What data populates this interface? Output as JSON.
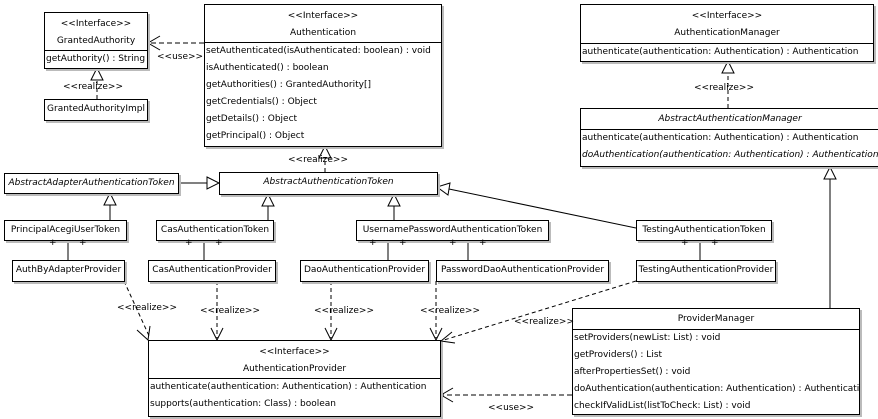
{
  "stereotype_interface": "<<Interface>>",
  "labels": {
    "use": "<<use>>",
    "realize": "<<realize>>",
    "plus": "+"
  },
  "granted_authority": {
    "name": "GrantedAuthority",
    "methods": [
      "getAuthority() : String"
    ]
  },
  "granted_authority_impl": {
    "name": "GrantedAuthorityImpl"
  },
  "authentication": {
    "name": "Authentication",
    "methods": [
      "setAuthenticated(isAuthenticated: boolean) : void",
      "isAuthenticated() : boolean",
      "getAuthorities() : GrantedAuthority[]",
      "getCredentials() : Object",
      "getDetails() : Object",
      "getPrincipal() : Object"
    ]
  },
  "authentication_manager": {
    "name": "AuthenticationManager",
    "methods": [
      "authenticate(authentication: Authentication) : Authentication"
    ]
  },
  "abstract_authentication_manager": {
    "name": "AbstractAuthenticationManager",
    "methods": [
      "authenticate(authentication: Authentication) : Authentication",
      "doAuthentication(authentication: Authentication) : Authentication"
    ]
  },
  "abstract_adapter_token": {
    "name": "AbstractAdapterAuthenticationToken"
  },
  "abstract_token": {
    "name": "AbstractAuthenticationToken"
  },
  "tokens": [
    "PrincipalAcegiUserToken",
    "CasAuthenticationToken",
    "UsernamePasswordAuthenticationToken",
    "TestingAuthenticationToken"
  ],
  "providers": [
    "AuthByAdapterProvider",
    "CasAuthenticationProvider",
    "DaoAuthenticationProvider",
    "PasswordDaoAuthenticationProvider",
    "TestingAuthenticationProvider"
  ],
  "authentication_provider": {
    "name": "AuthenticationProvider",
    "methods": [
      "authenticate(authentication: Authentication) : Authentication",
      "supports(authentication: Class) : boolean"
    ]
  },
  "provider_manager": {
    "name": "ProviderManager",
    "methods": [
      "setProviders(newList: List) : void",
      "getProviders() : List",
      "afterPropertiesSet() : void",
      "doAuthentication(authentication: Authentication) : Authentication",
      "checkIfValidList(listToCheck: List) : void"
    ]
  }
}
